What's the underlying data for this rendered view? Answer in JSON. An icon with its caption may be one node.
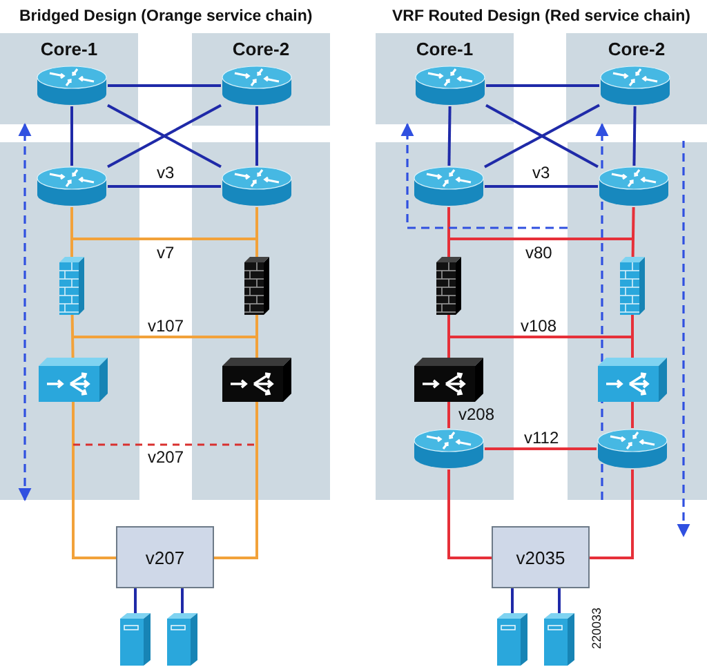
{
  "diagram": {
    "nodes": [
      {
        "text": [
          "Core-1"
        ]
      },
      {
        "text": [
          "Core-2"
        ]
      },
      {
        "text": [],
        "shape": "box"
      },
      {
        "text": [],
        "shape": "box"
      },
      {
        "text": [],
        "shape": "router",
        "in": 0
      },
      {
        "text": [],
        "shape": "router",
        "in": 1
      },
      {
        "text": [],
        "shape": "router",
        "in": 2
      },
      {
        "text": [],
        "shape": "router",
        "in": 3
      },
      {
        "text": [],
        "shape": "firewall",
        "in": 2
      },
      {
        "text": [],
        "shape": "firewall",
        "in": 3
      },
      {
        "text": [],
        "shape": "switch",
        "in": 2
      },
      {
        "text": [],
        "shape": "switch",
        "in": 3
      },
      {
        "text": [
          "v207"
        ]
      },
      {
        "text": [],
        "shape": "server"
      },
      {
        "text": [],
        "shape": "server"
      },
      {
        "text": [
          "Core-1"
        ]
      },
      {
        "text": [
          "Core-2"
        ]
      },
      {
        "text": [],
        "shape": "box"
      },
      {
        "text": [],
        "shape": "box"
      },
      {
        "text": [],
        "shape": "router",
        "in": 15
      },
      {
        "text": [],
        "shape": "router",
        "in": 16
      },
      {
        "text": [],
        "shape": "router",
        "in": 17
      },
      {
        "text": [],
        "shape": "router",
        "in": 18
      },
      {
        "text": [],
        "shape": "firewall",
        "in": 17
      },
      {
        "text": [],
        "shape": "firewall",
        "in": 18
      },
      {
        "text": [],
        "shape": "switch",
        "in": 17
      },
      {
        "text": [],
        "shape": "switch",
        "in": 18
      },
      {
        "text": [],
        "shape": "router",
        "in": 17
      },
      {
        "text": [],
        "shape": "router",
        "in": 18
      },
      {
        "text": [
          "v2035"
        ]
      },
      {
        "text": [],
        "shape": "server"
      },
      {
        "text": [],
        "shape": "server"
      }
    ],
    "edges": [
      {
        "from": 4,
        "to": 5,
        "arrow": "none"
      },
      {
        "from": 4,
        "to": 6,
        "arrow": "none"
      },
      {
        "from": 5,
        "to": 7,
        "arrow": "none"
      },
      {
        "from": 4,
        "to": 7,
        "arrow": "none"
      },
      {
        "from": 5,
        "to": 6,
        "arrow": "none"
      },
      {
        "from": 6,
        "to": 7,
        "arrow": "none",
        "label": "v3"
      },
      {
        "from": 6,
        "to": 8,
        "arrow": "none",
        "color": "#f2a23a"
      },
      {
        "from": 8,
        "to": 10,
        "arrow": "none",
        "color": "#f2a23a"
      },
      {
        "from": 10,
        "to": 12,
        "arrow": "none",
        "color": "#f2a23a"
      },
      {
        "from": 7,
        "to": 9,
        "arrow": "none",
        "color": "#f2a23a"
      },
      {
        "from": 9,
        "to": 11,
        "arrow": "none",
        "color": "#f2a23a"
      },
      {
        "from": 11,
        "to": 12,
        "arrow": "none",
        "color": "#f2a23a"
      },
      {
        "from": 12,
        "to": 13,
        "arrow": "none"
      },
      {
        "from": 12,
        "to": 14,
        "arrow": "none"
      },
      {
        "from": 19,
        "to": 20,
        "arrow": "none"
      },
      {
        "from": 19,
        "to": 21,
        "arrow": "none"
      },
      {
        "from": 20,
        "to": 22,
        "arrow": "none"
      },
      {
        "from": 19,
        "to": 22,
        "arrow": "none"
      },
      {
        "from": 20,
        "to": 21,
        "arrow": "none"
      },
      {
        "from": 21,
        "to": 22,
        "arrow": "none",
        "label": "v3"
      },
      {
        "from": 21,
        "to": 23,
        "arrow": "none",
        "color": "#e63039"
      },
      {
        "from": 23,
        "to": 25,
        "arrow": "none",
        "color": "#e63039"
      },
      {
        "from": 25,
        "to": 27,
        "arrow": "none",
        "label": "v208",
        "color": "#e63039"
      },
      {
        "from": 27,
        "to": 29,
        "arrow": "none",
        "color": "#e63039"
      },
      {
        "from": 22,
        "to": 24,
        "arrow": "none",
        "color": "#e63039"
      },
      {
        "from": 24,
        "to": 26,
        "arrow": "none",
        "color": "#e63039"
      },
      {
        "from": 26,
        "to": 28,
        "arrow": "none",
        "color": "#e63039"
      },
      {
        "from": 28,
        "to": 29,
        "arrow": "none",
        "color": "#e63039"
      },
      {
        "from": 27,
        "to": 28,
        "arrow": "none",
        "label": "v112",
        "color": "#e63039"
      },
      {
        "from": 29,
        "to": 30,
        "arrow": "none"
      },
      {
        "from": 29,
        "to": 31,
        "arrow": "none"
      },
      {
        "from": 2,
        "to": 0,
        "arrow": "both",
        "style": "dashed",
        "color": "#3050e0"
      },
      {
        "from": 18,
        "to": 15,
        "arrow": "to",
        "style": "dashed",
        "color": "#3050e0"
      },
      {
        "from": 18,
        "to": 16,
        "arrow": "to",
        "style": "dashed",
        "color": "#3050e0"
      },
      {
        "from": 18,
        "to": null,
        "arrow": "to",
        "style": "dashed",
        "color": "#3050e0"
      }
    ],
    "labels": [
      "Bridged Design (Orange service chain)",
      "VRF Routed Design (Red service chain)",
      "v7",
      "v80",
      "v107",
      "v108",
      "v207",
      "220033"
    ]
  }
}
